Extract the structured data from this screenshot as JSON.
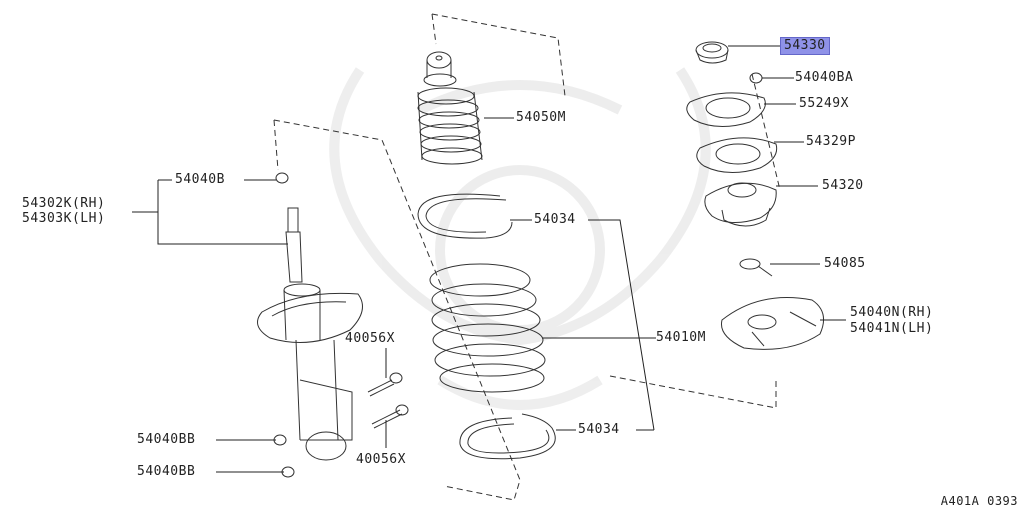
{
  "labels": {
    "p54330": "54330",
    "p54040BA": "54040BA",
    "p55249X": "55249X",
    "p54329P": "54329P",
    "p54320": "54320",
    "p54085": "54085",
    "p54040N_RH": "54040N(RH)",
    "p54041N_LH": "54041N(LH)",
    "p54050M": "54050M",
    "p54034_top": "54034",
    "p54010M": "54010M",
    "p54034_bot": "54034",
    "p54040B": "54040B",
    "p54302K_RH": "54302K(RH)",
    "p54303K_LH": "54303K(LH)",
    "p40056X_top": "40056X",
    "p40056X_bot": "40056X",
    "p54040BB_top": "54040BB",
    "p54040BB_bot": "54040BB"
  },
  "highlight": {
    "part": "54330",
    "color": "#8f92e8"
  },
  "diagram_code": "A401A 0393"
}
